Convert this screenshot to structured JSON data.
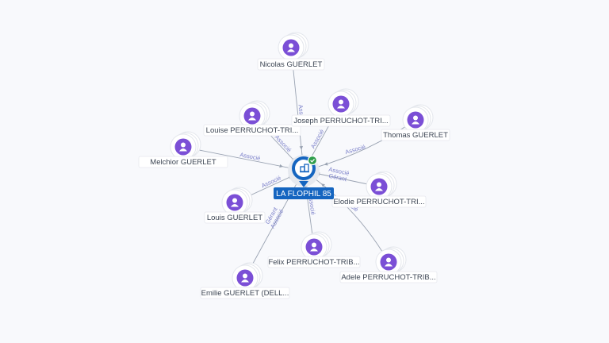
{
  "company": {
    "name": "LA FLOPHIL 85",
    "icon": "company-icon",
    "status_icon": "check-badge-icon",
    "color": "#1565c0",
    "status_color": "#2e9d4b"
  },
  "colors": {
    "person": "#7b4fd6",
    "edge": "#9aa3b2",
    "edge_label": "#7a7fc9"
  },
  "people": [
    {
      "name": "Nicolas GUERLET",
      "roles": [
        "Associé"
      ]
    },
    {
      "name": "Louise PERRUCHOT-TRI...",
      "roles": [
        "Associé"
      ]
    },
    {
      "name": "Joseph PERRUCHOT-TRI...",
      "roles": [
        "Associé"
      ]
    },
    {
      "name": "Thomas GUERLET",
      "roles": [
        "Associé"
      ]
    },
    {
      "name": "Melchior GUERLET",
      "roles": [
        "Associé"
      ]
    },
    {
      "name": "Elodie PERRUCHOT-TRI...",
      "roles": [
        "Gérant",
        "Associé"
      ]
    },
    {
      "name": "Louis GUERLET",
      "roles": [
        "Associé"
      ]
    },
    {
      "name": "Felix PERRUCHOT-TRIB...",
      "roles": [
        "Associé"
      ]
    },
    {
      "name": "Adele PERRUCHOT-TRIB...",
      "roles": [
        "Associé"
      ]
    },
    {
      "name": "Emilie GUERLET (DELL...",
      "roles": [
        "Gérant",
        "Associé"
      ]
    }
  ]
}
